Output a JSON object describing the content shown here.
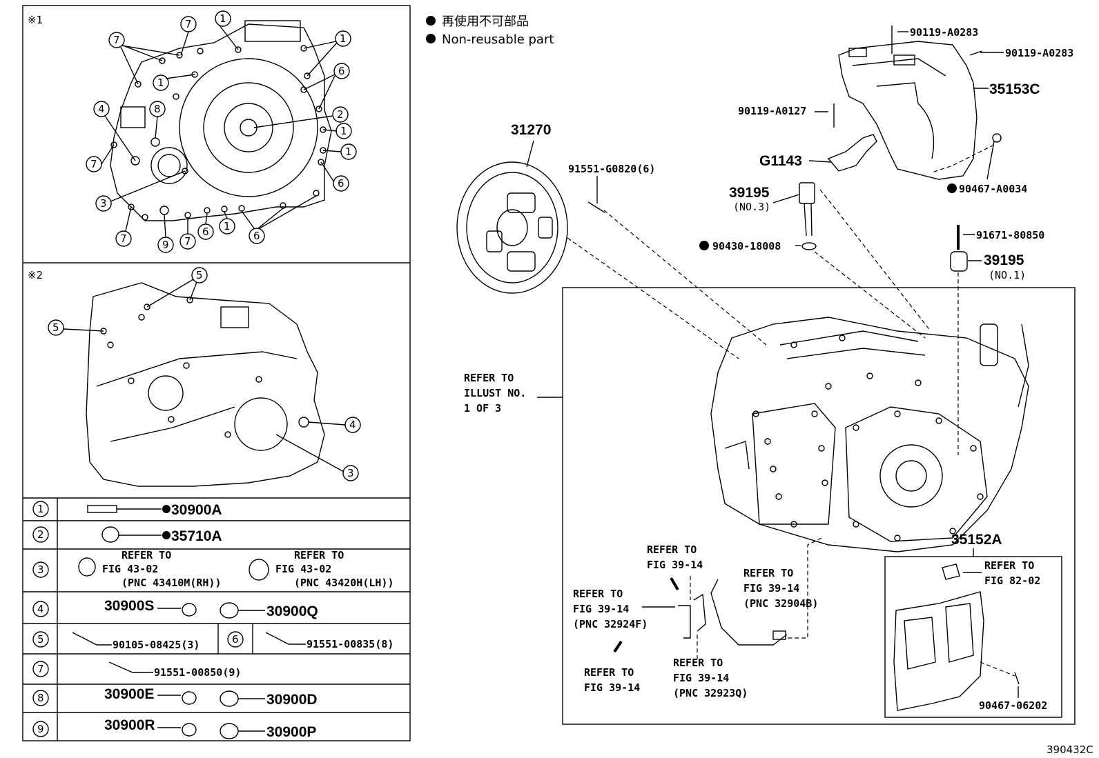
{
  "legend": {
    "bullet_label_jp": "再使用不可部品",
    "bullet_label_en": "Non-reusable part"
  },
  "section_marks": {
    "s1": "※1",
    "s2": "※2"
  },
  "callouts_s1": [
    "7",
    "7",
    "1",
    "1",
    "1",
    "4",
    "8",
    "6",
    "2",
    "1",
    "7",
    "1",
    "6",
    "3",
    "7",
    "9",
    "7",
    "6",
    "1",
    "6"
  ],
  "callouts_s2": [
    "5",
    "5",
    "4",
    "3"
  ],
  "table_rows": [
    {
      "num": "1",
      "parts": [
        "30900A"
      ]
    },
    {
      "num": "2",
      "parts": [
        "35710A"
      ]
    },
    {
      "num": "3",
      "left_ref": [
        "REFER TO",
        "FIG 43-02",
        "(PNC 43410M(RH))"
      ],
      "right_ref": [
        "REFER TO",
        "FIG 43-02",
        "(PNC 43420H(LH))"
      ]
    },
    {
      "num": "4",
      "parts": [
        "30900S",
        "30900Q"
      ]
    },
    {
      "num": "5",
      "parts": [
        "90105-08425(3)"
      ],
      "num2": "6",
      "parts2": [
        "91551-00835(8)"
      ]
    },
    {
      "num": "7",
      "parts": [
        "91551-00850(9)"
      ]
    },
    {
      "num": "8",
      "parts": [
        "30900E",
        "30900D"
      ]
    },
    {
      "num": "9",
      "parts": [
        "30900R",
        "30900P"
      ]
    }
  ],
  "parts": {
    "clutch_disc": "31270",
    "disc_bolt": "91551-G0820(6)",
    "bolt_top_1": "90119-A0283",
    "bolt_top_2": "90119-A0283",
    "bracket": "35153C",
    "bolt_mid": "90119-A0127",
    "clamp": "G1143",
    "nut_r": "90467-A0034",
    "sleeve_no3": "39195",
    "sleeve_no3_sub": "(NO.3)",
    "washer": "90430-18008",
    "bolt_r": "91671-80850",
    "sleeve_no1": "39195",
    "sleeve_no1_sub": "(NO.1)",
    "transaxle": "35152A",
    "nut_bottom": "90467-06202"
  },
  "refs": {
    "illust": [
      "REFER TO",
      "ILLUST NO.",
      "1 OF 3"
    ],
    "fig39_a": [
      "REFER TO",
      "FIG 39-14"
    ],
    "fig39_b": [
      "REFER TO",
      "FIG 39-14",
      "(PNC 32924F)"
    ],
    "fig39_c": [
      "REFER TO",
      "FIG 39-14",
      "(PNC 32904B)"
    ],
    "fig39_d": [
      "REFER TO",
      "FIG 39-14"
    ],
    "fig39_e": [
      "REFER TO",
      "FIG 39-14",
      "(PNC 32923Q)"
    ],
    "fig82": [
      "REFER TO",
      "FIG 82-02"
    ]
  },
  "illustration_id": "390432C"
}
